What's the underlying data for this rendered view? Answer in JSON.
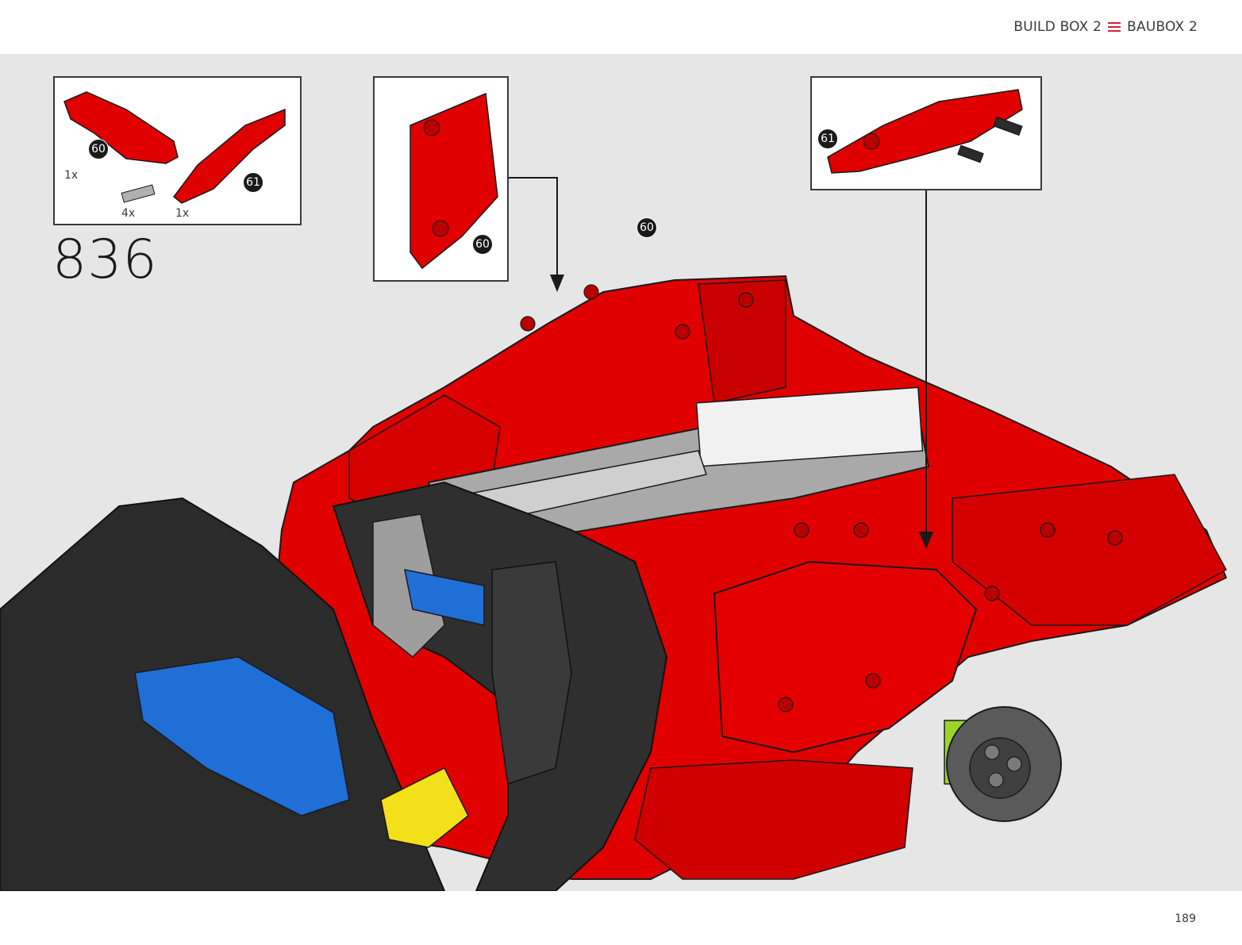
{
  "header": {
    "left": "BUILD BOX 2",
    "right": "BAUBOX 2",
    "icon": "menu-icon",
    "accent_color": "#d2203a"
  },
  "step": {
    "number": "836"
  },
  "parts_list": {
    "items": [
      {
        "part_no": "60",
        "quantity": "1x",
        "color": "red"
      },
      {
        "part_no": "",
        "quantity": "4x",
        "color": "grey"
      },
      {
        "part_no": "61",
        "quantity": "1x",
        "color": "red"
      }
    ]
  },
  "callouts": {
    "part_60": "60",
    "part_61": "61"
  },
  "page": {
    "number": "189"
  },
  "colors": {
    "background": "#e6e6e6",
    "panel_red": "#e00000",
    "frame_black": "#2b2b2b",
    "beam_grey": "#a9a9a9",
    "accent_blue": "#1f6fd6",
    "accent_yellow": "#f3e01a"
  }
}
